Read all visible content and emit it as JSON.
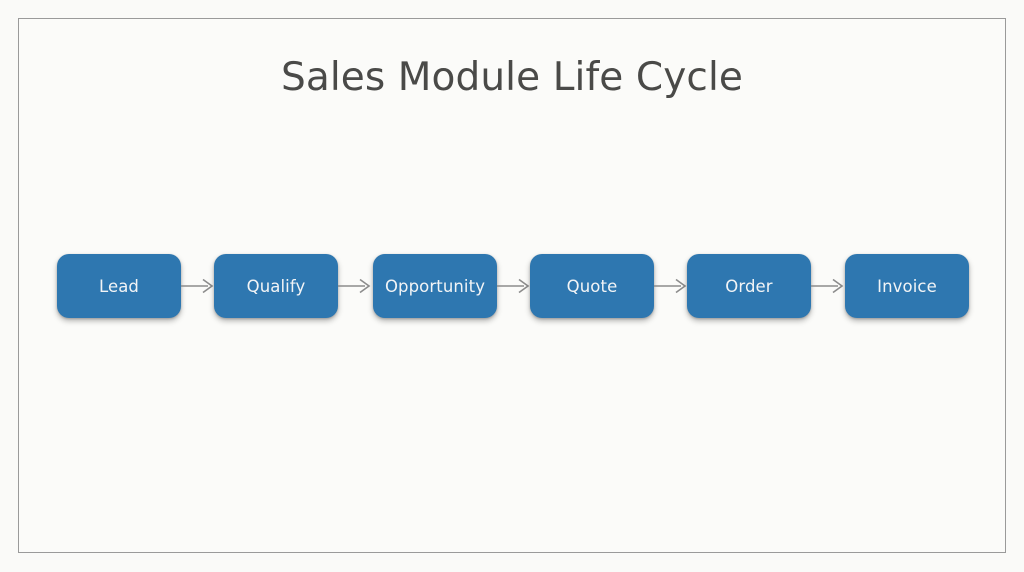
{
  "slide": {
    "title": "Sales Module Life Cycle",
    "background_color": "#fafaf8",
    "frame_border_color": "#9a9a9a",
    "title_color": "#4a4a48"
  },
  "diagram": {
    "type": "linear-process-flow",
    "node_fill_color": "#2e77b0",
    "node_text_color": "#f2f4f6",
    "connector_color": "#8c8c8c",
    "nodes": [
      {
        "label": "Lead"
      },
      {
        "label": "Qualify"
      },
      {
        "label": "Opportunity"
      },
      {
        "label": "Quote"
      },
      {
        "label": "Order"
      },
      {
        "label": "Invoice"
      }
    ],
    "connectors": [
      {
        "from": "Lead",
        "to": "Qualify",
        "style": "arrow"
      },
      {
        "from": "Qualify",
        "to": "Opportunity",
        "style": "arrow"
      },
      {
        "from": "Opportunity",
        "to": "Quote",
        "style": "arrow"
      },
      {
        "from": "Quote",
        "to": "Order",
        "style": "arrow"
      },
      {
        "from": "Order",
        "to": "Invoice",
        "style": "arrow"
      }
    ]
  }
}
